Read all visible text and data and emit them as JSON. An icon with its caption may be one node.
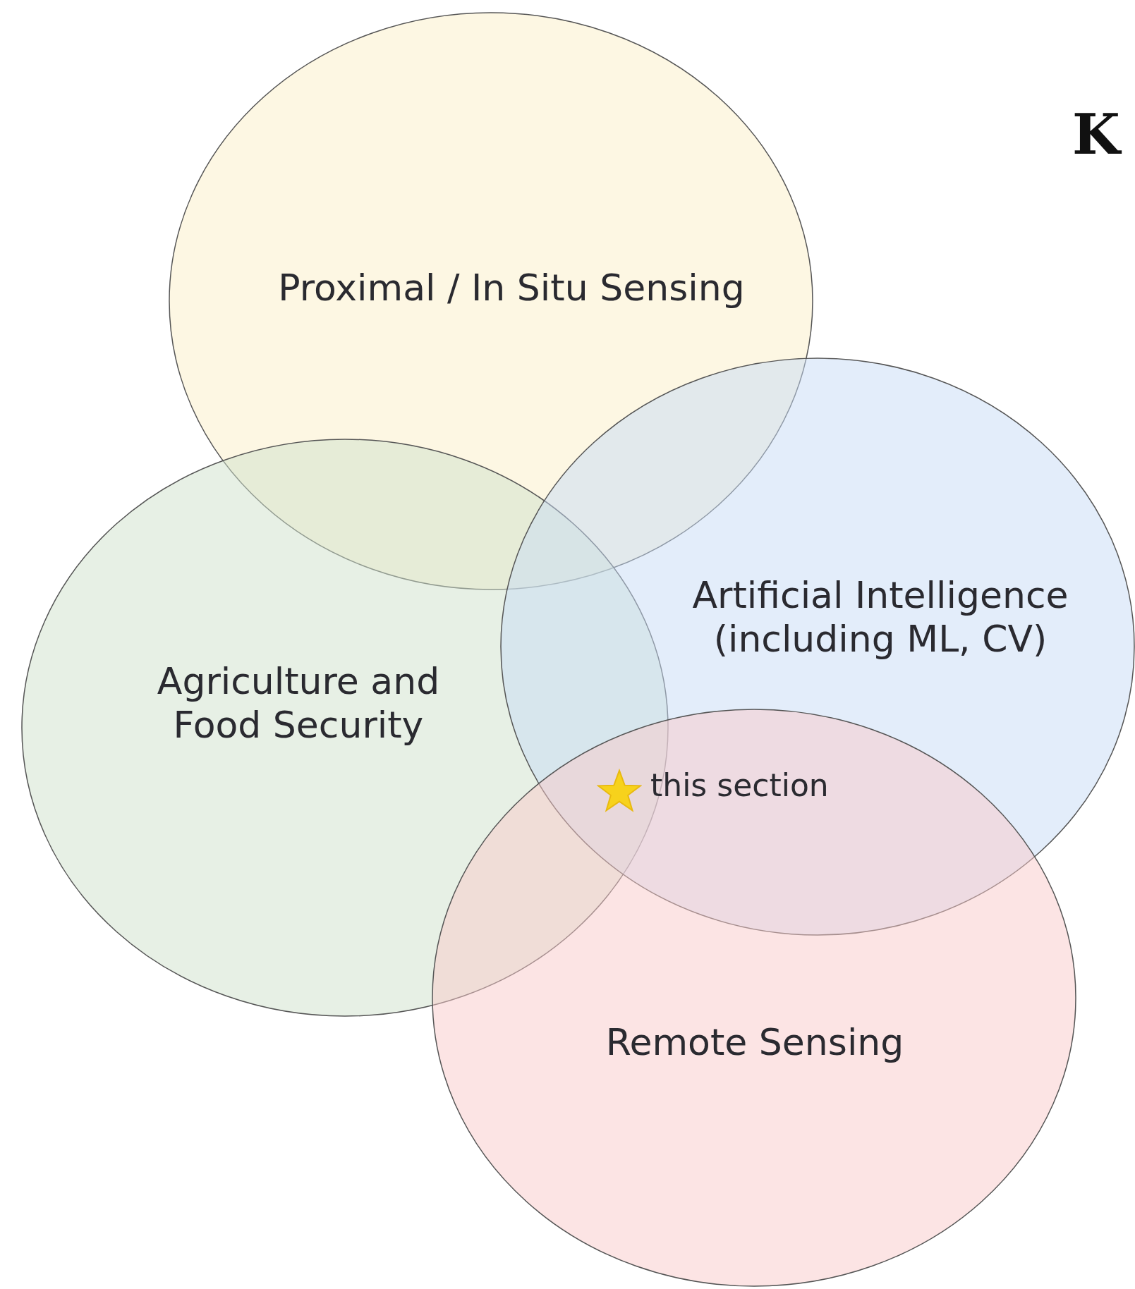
{
  "diagram": {
    "nodes": [
      {
        "text": [
          "Proximal / In Situ Sensing"
        ]
      },
      {
        "text": [
          "Agriculture and Food Security"
        ]
      },
      {
        "text": [
          "Artificial Intelligence (including ML, CV)"
        ]
      },
      {
        "text": [
          "Remote Sensing"
        ]
      }
    ],
    "labels": [
      "K",
      "this section"
    ]
  }
}
